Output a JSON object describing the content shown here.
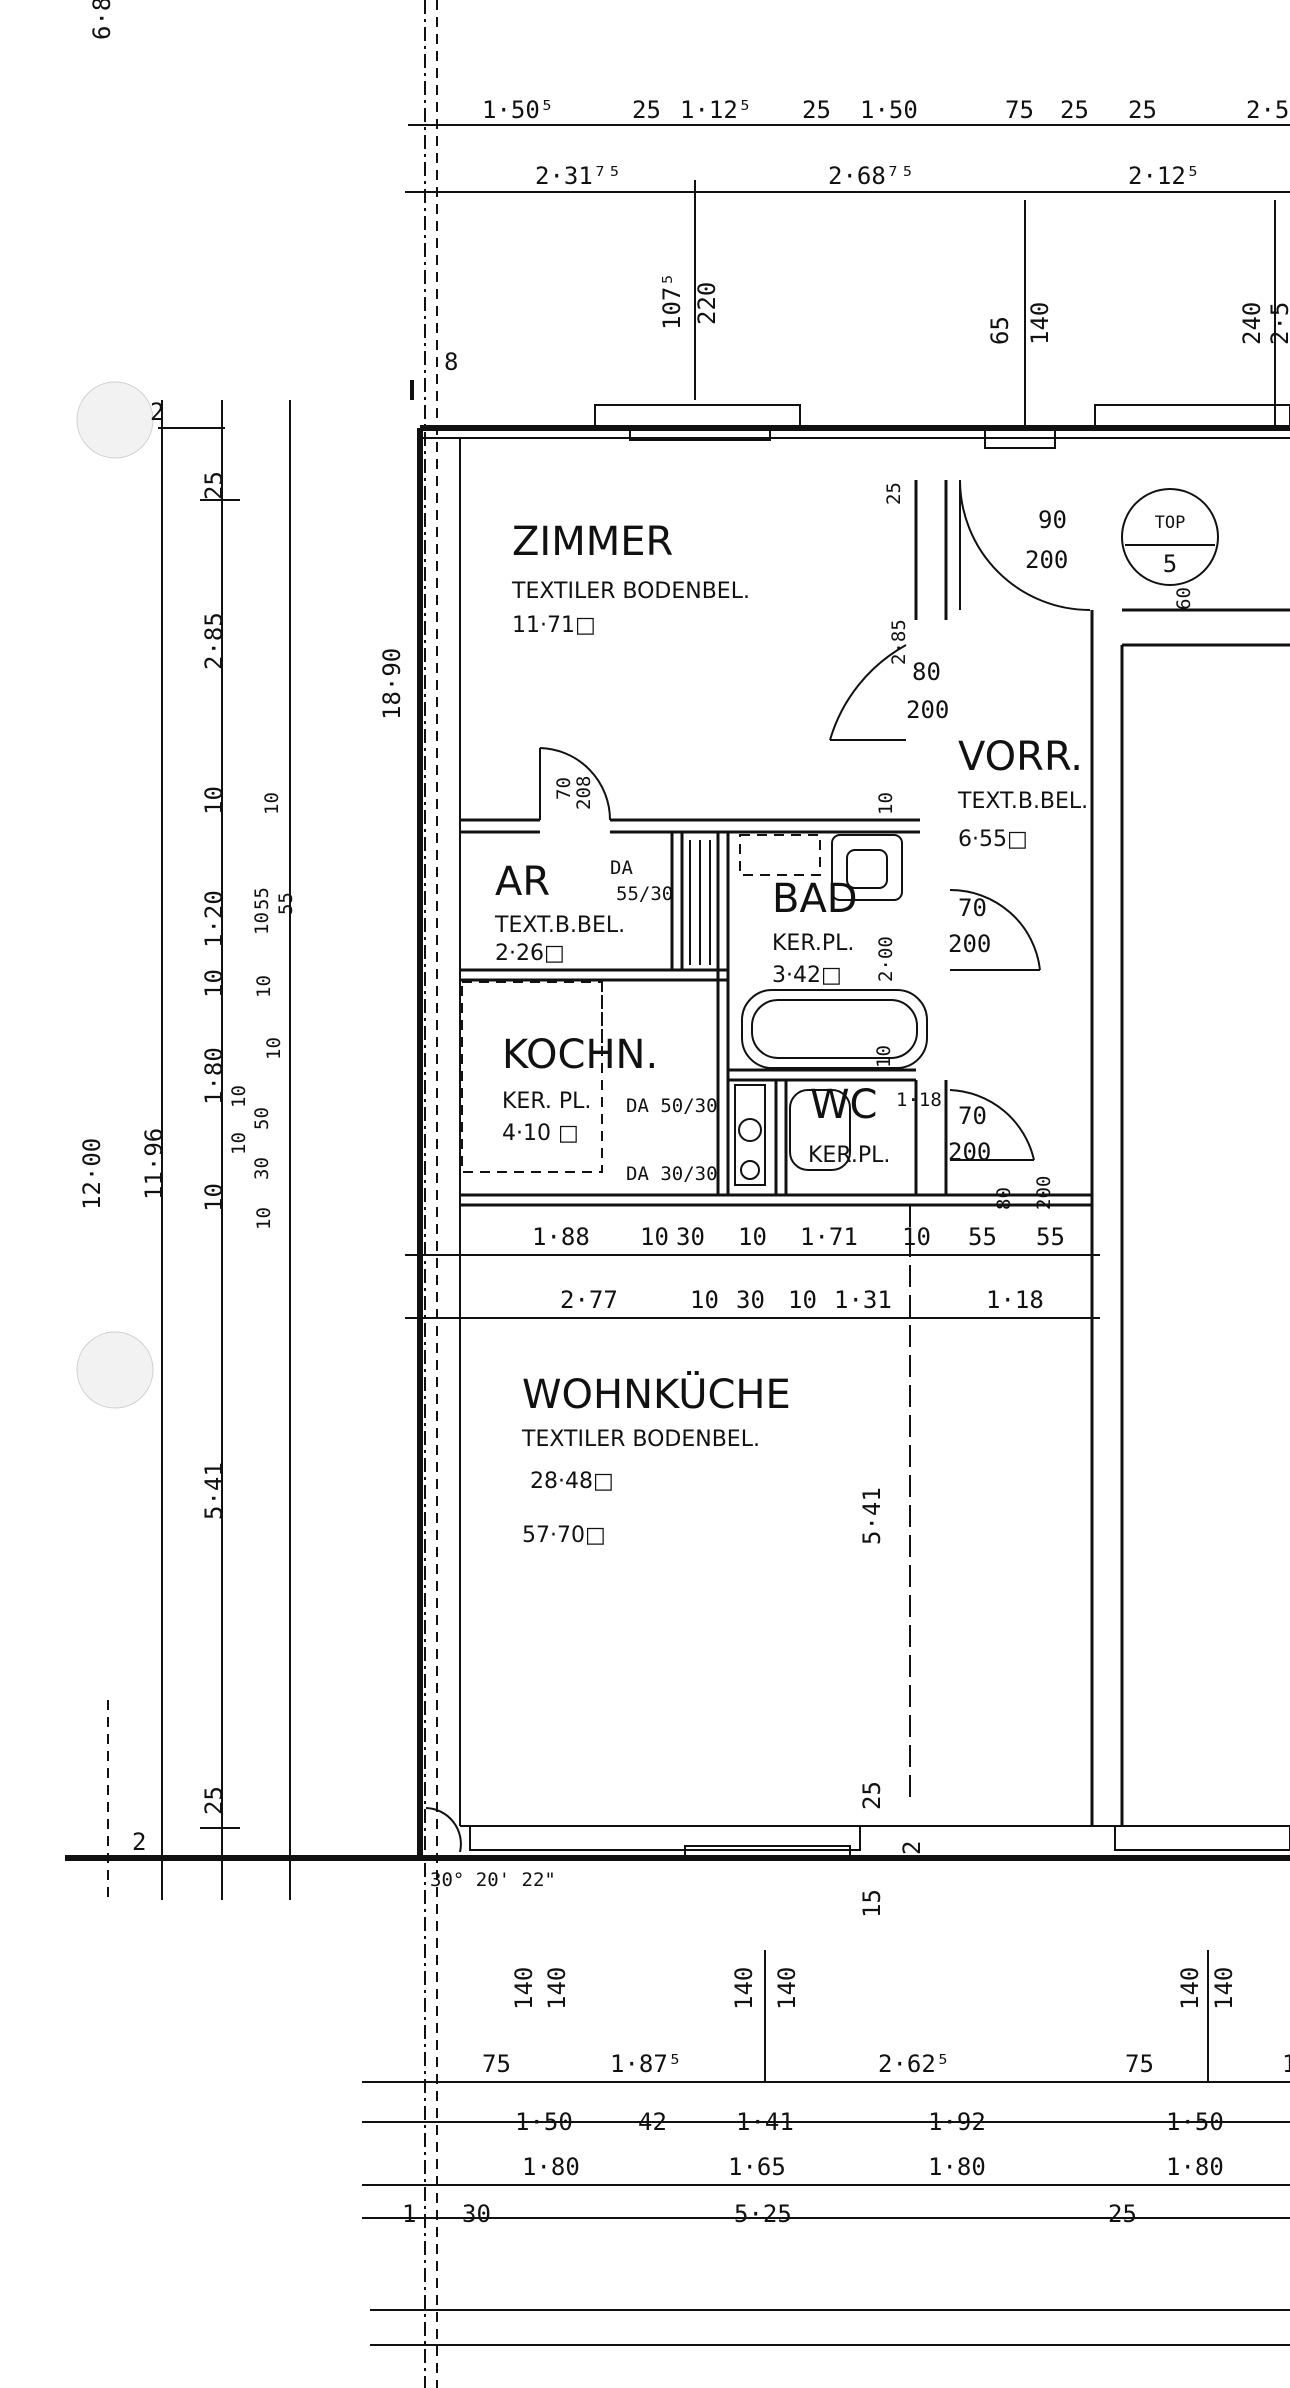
{
  "rooms": {
    "zimmer": {
      "name": "ZIMMER",
      "floor": "TEXTILER BODENBEL.",
      "area": "11·71□"
    },
    "vorr": {
      "name": "VORR.",
      "floor": "TEXT.B.BEL.",
      "area": "6·55□"
    },
    "ar": {
      "name": "AR",
      "floor": "TEXT.B.BEL.",
      "area": "2·26□"
    },
    "bad": {
      "name": "BAD",
      "floor": "KER.PL.",
      "area": "3·42□"
    },
    "kochn": {
      "name": "KOCHN.",
      "floor": "KER. PL.",
      "area": "4·10 □"
    },
    "wc": {
      "name": "WC",
      "floor": "KER.PL."
    },
    "wohnkuche": {
      "name": "WOHNKÜCHE",
      "floor": "TEXTILER BODENBEL.",
      "area": "28·48□",
      "total": "57·70□"
    }
  },
  "top_marker": {
    "label": "TOP",
    "number": "5"
  },
  "top_dims": {
    "row1": [
      "1·50⁵",
      "25",
      "1·12⁵",
      "25",
      "1·50",
      "75",
      "25",
      "25",
      "2·5"
    ],
    "row2": [
      "2·31⁷⁵",
      "2·68⁷⁵",
      "2·12⁵"
    ],
    "windows": [
      "107⁵",
      "220",
      "65",
      "140",
      "240",
      "2·5"
    ]
  },
  "left_dims": {
    "outer": [
      "12·00",
      "11·96"
    ],
    "segments": [
      "25",
      "2·85",
      "10",
      "1·20",
      "10",
      "1·80",
      "10",
      "5·41",
      "25",
      "2",
      "2"
    ],
    "sub": [
      "10",
      "55",
      "10",
      "55",
      "10",
      "10",
      "30",
      "10",
      "50",
      "10",
      "10"
    ],
    "wall_total": "18·90",
    "small": "8"
  },
  "openings": {
    "zimmer_door": [
      "80",
      "200"
    ],
    "entry_door": [
      "90",
      "200"
    ],
    "bad_door": [
      "70",
      "200"
    ],
    "wc_door": [
      "70",
      "200"
    ],
    "vorr_door": [
      "80",
      "200"
    ],
    "ar_door": [
      "70",
      "208"
    ],
    "da_ar": [
      "DA",
      "55/30"
    ],
    "da_koch1": "DA 50/30",
    "da_koch2": "DA 30/30",
    "bad_h": "2·00",
    "misc": [
      "60",
      "1·18",
      "2·85",
      "10",
      "25",
      "10"
    ]
  },
  "mid_dims": {
    "row1": [
      "1·88",
      "10",
      "30",
      "10",
      "1·71",
      "10",
      "55",
      "55"
    ],
    "row2": [
      "2·77",
      "10",
      "30",
      "10",
      "1·31",
      "1·18"
    ]
  },
  "vertical_labels": [
    "5·41",
    "25",
    "2",
    "15"
  ],
  "angle_label": "30° 20' 22\"",
  "bottom_dims": {
    "windows": [
      "140",
      "140",
      "140",
      "140",
      "140",
      "140"
    ],
    "row1": [
      "75",
      "1·87⁵",
      "2·62⁵",
      "75",
      "1"
    ],
    "row2": [
      "1·50",
      "42",
      "1·41",
      "1·92",
      "1·50"
    ],
    "row3": [
      "1·80",
      "1·65",
      "1·80",
      "1·80"
    ],
    "row4": [
      "1",
      "30",
      "5·25",
      "25"
    ]
  },
  "edge_fragment": "6·8"
}
